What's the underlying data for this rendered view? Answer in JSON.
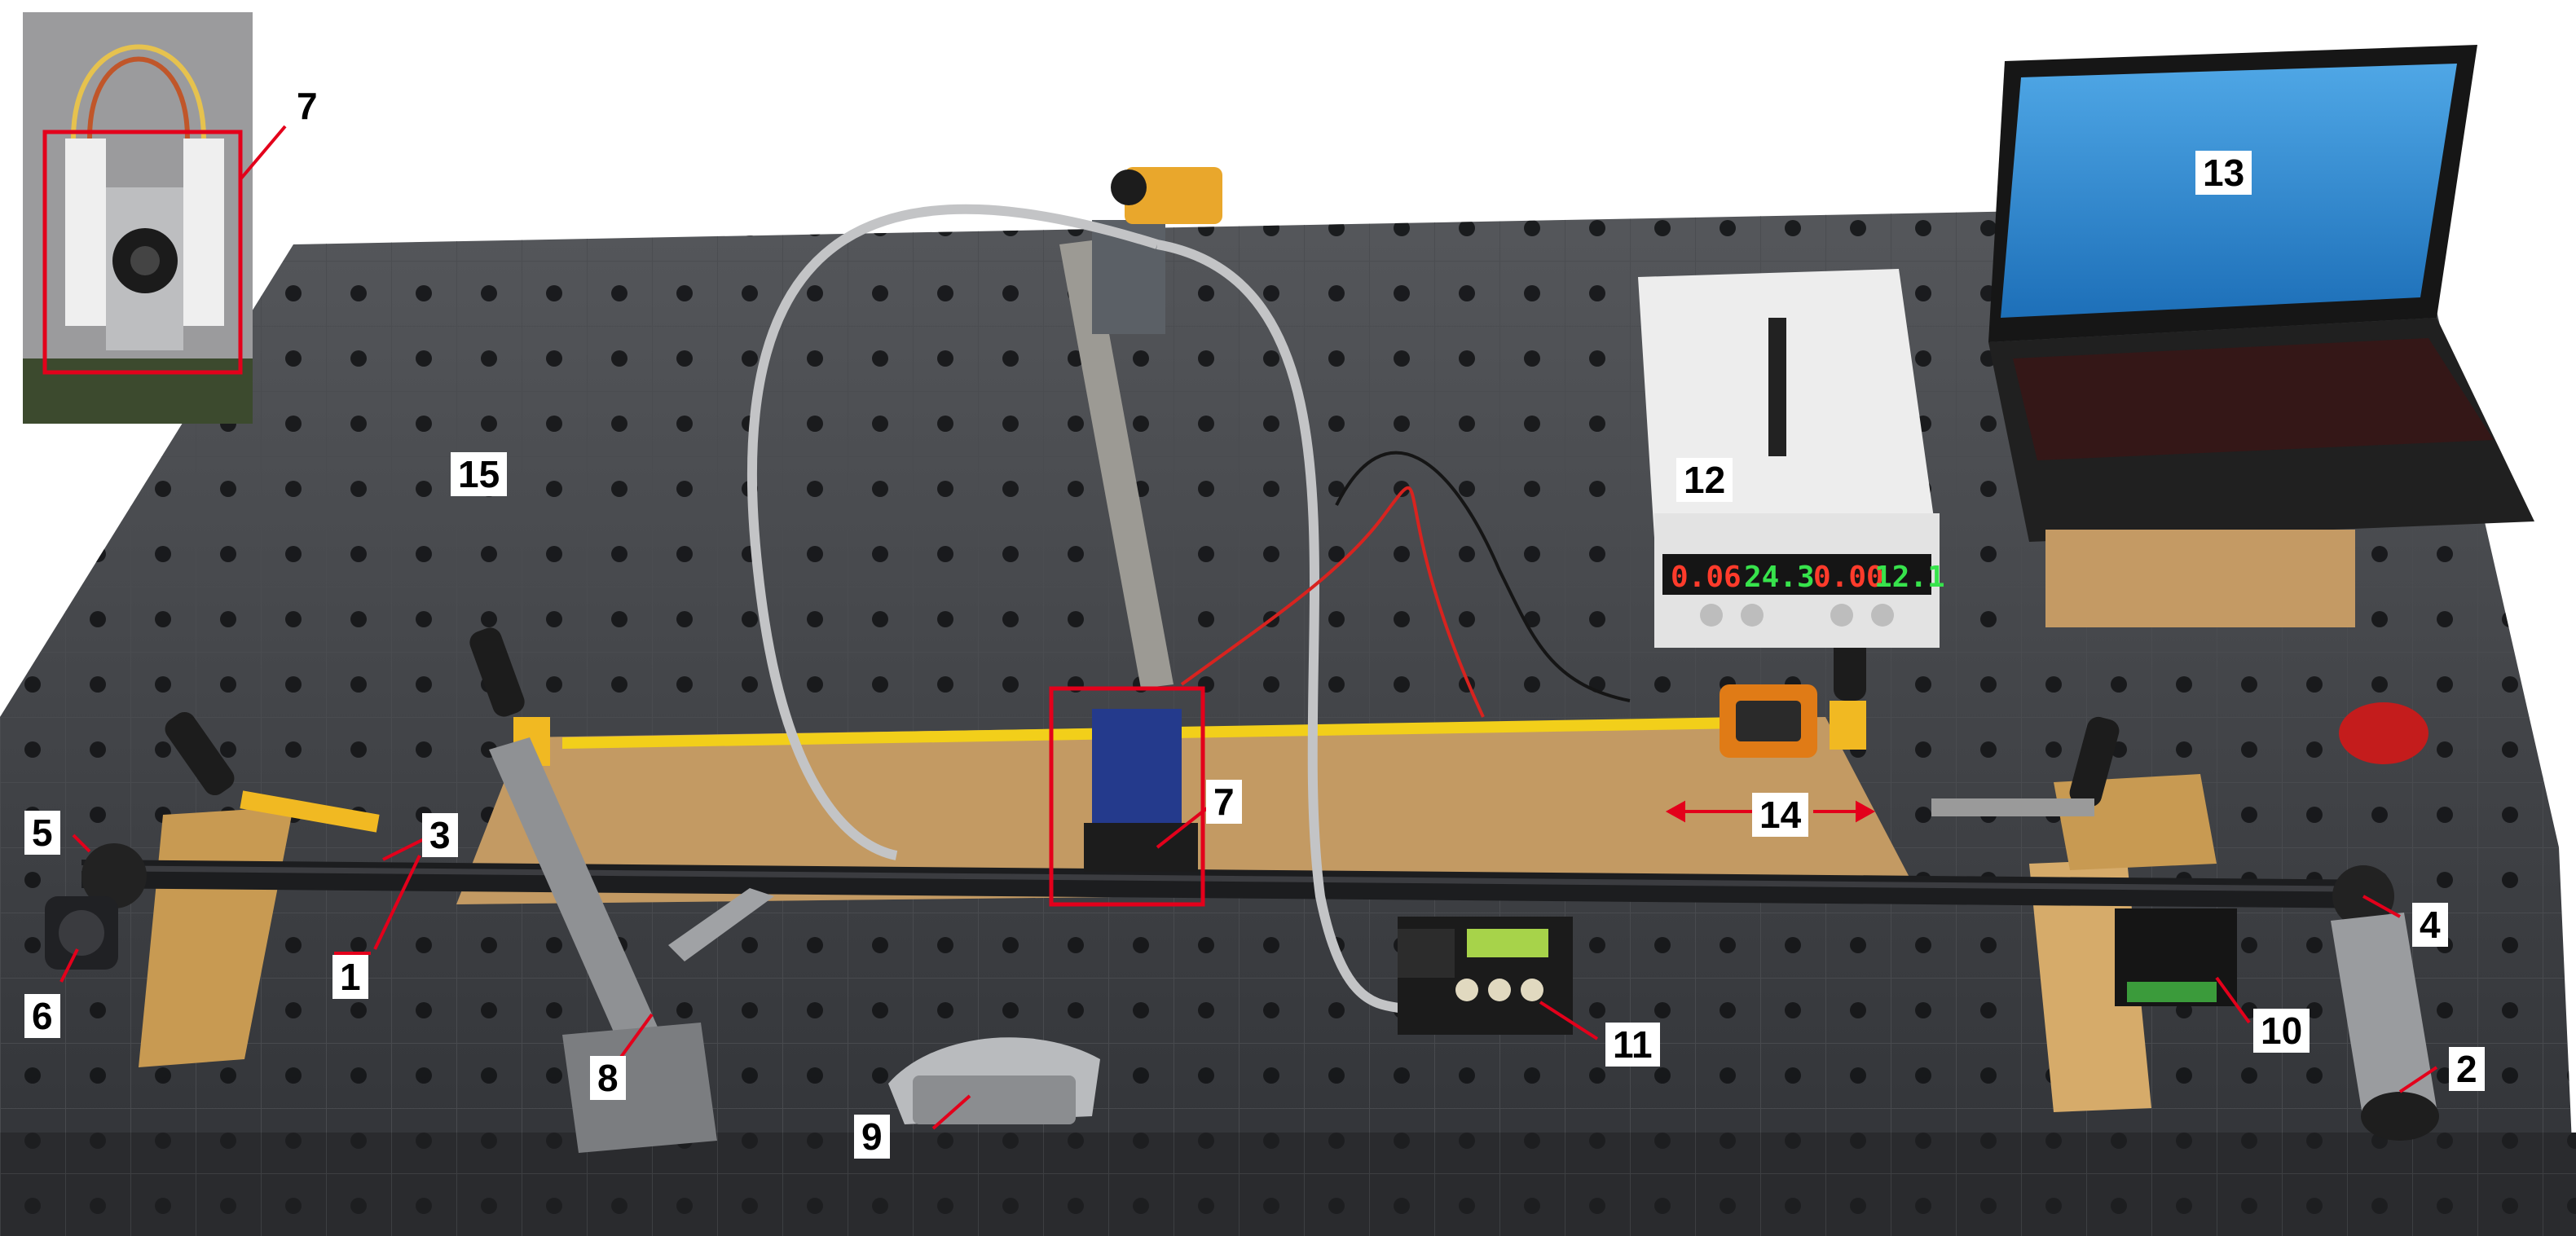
{
  "labels": {
    "l1": "1",
    "l2": "2",
    "l3": "3",
    "l4": "4",
    "l5": "5",
    "l6": "6",
    "l7_inset": "7",
    "l7_main": "7",
    "l8": "8",
    "l9": "9",
    "l10": "10",
    "l11": "11",
    "l12": "12",
    "l13": "13",
    "l14": "14",
    "l15": "15"
  },
  "power_supply_display": {
    "d1": "0.06",
    "d2": "24.3",
    "d3": "0.00",
    "d4": "12.1"
  },
  "colors": {
    "table_top": "#3b3d40",
    "rail": "#1c1d1f",
    "board": "#c9a36b",
    "tape": "#f2cf1a",
    "callout_line": "#e3001b",
    "laptop_screen": "#2f8fd6"
  }
}
